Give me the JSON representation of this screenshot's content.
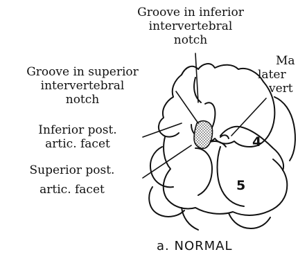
{
  "labels": {
    "groove_inferior": [
      "Groove in inferior",
      "intervertebral",
      "notch"
    ],
    "groove_superior": [
      "Groove in superior",
      "intervertebral",
      "notch"
    ],
    "inferior_facet": [
      "Inferior post.",
      "artic. facet"
    ],
    "superior_facet": [
      "Superior post.",
      "artic. facet"
    ],
    "cut_off_right": [
      "Ma",
      "later",
      "vert"
    ]
  },
  "vertebra_numbers": {
    "upper": "4",
    "lower": "5"
  },
  "caption": "a. NORMAL",
  "colors": {
    "ink": "#111111",
    "background": "#ffffff",
    "stipple": "#555555"
  }
}
